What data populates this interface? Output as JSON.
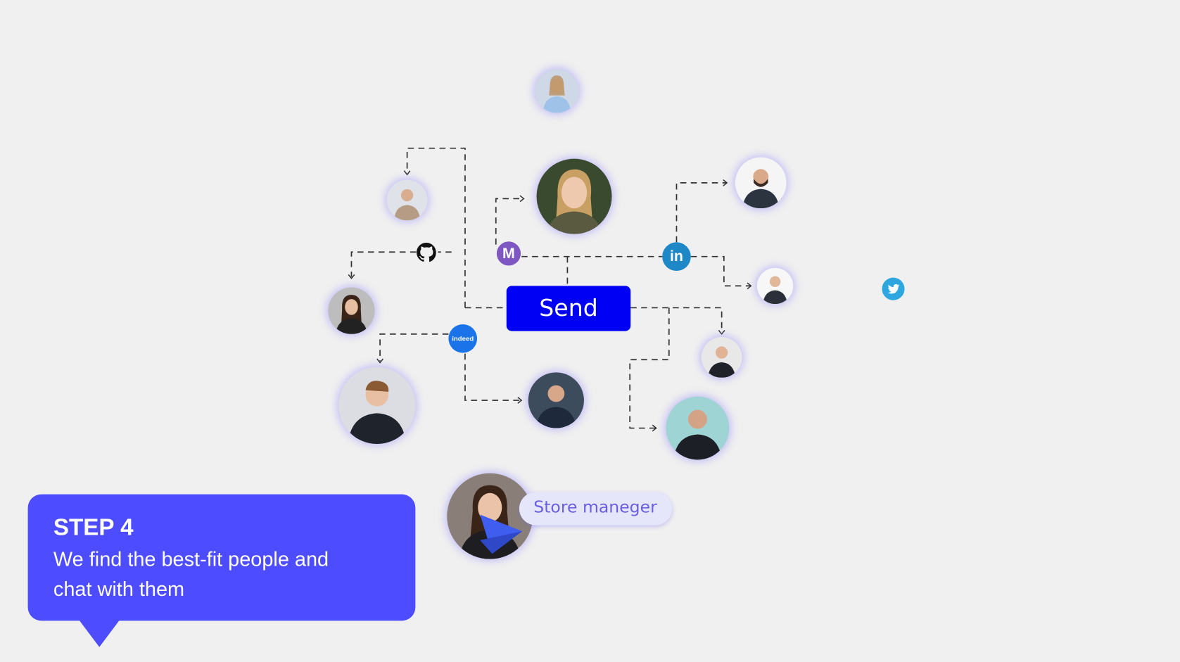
{
  "send_button": {
    "label": "Send",
    "color": "#0000f5"
  },
  "step_card": {
    "title": "STEP 4",
    "description": "We find the best-fit people and chat with them",
    "color": "#4d4dff"
  },
  "role_pill": {
    "label": "Store maneger"
  },
  "sources": [
    {
      "name": "github-icon"
    },
    {
      "name": "medium-icon",
      "glyph": "M",
      "color": "#7e57c2"
    },
    {
      "name": "linkedin-icon",
      "glyph": "in",
      "color": "#1e88c7"
    },
    {
      "name": "indeed-icon",
      "glyph": "indeed",
      "color": "#1a73e8"
    },
    {
      "name": "twitter-icon",
      "color": "#2ea7e0"
    }
  ]
}
